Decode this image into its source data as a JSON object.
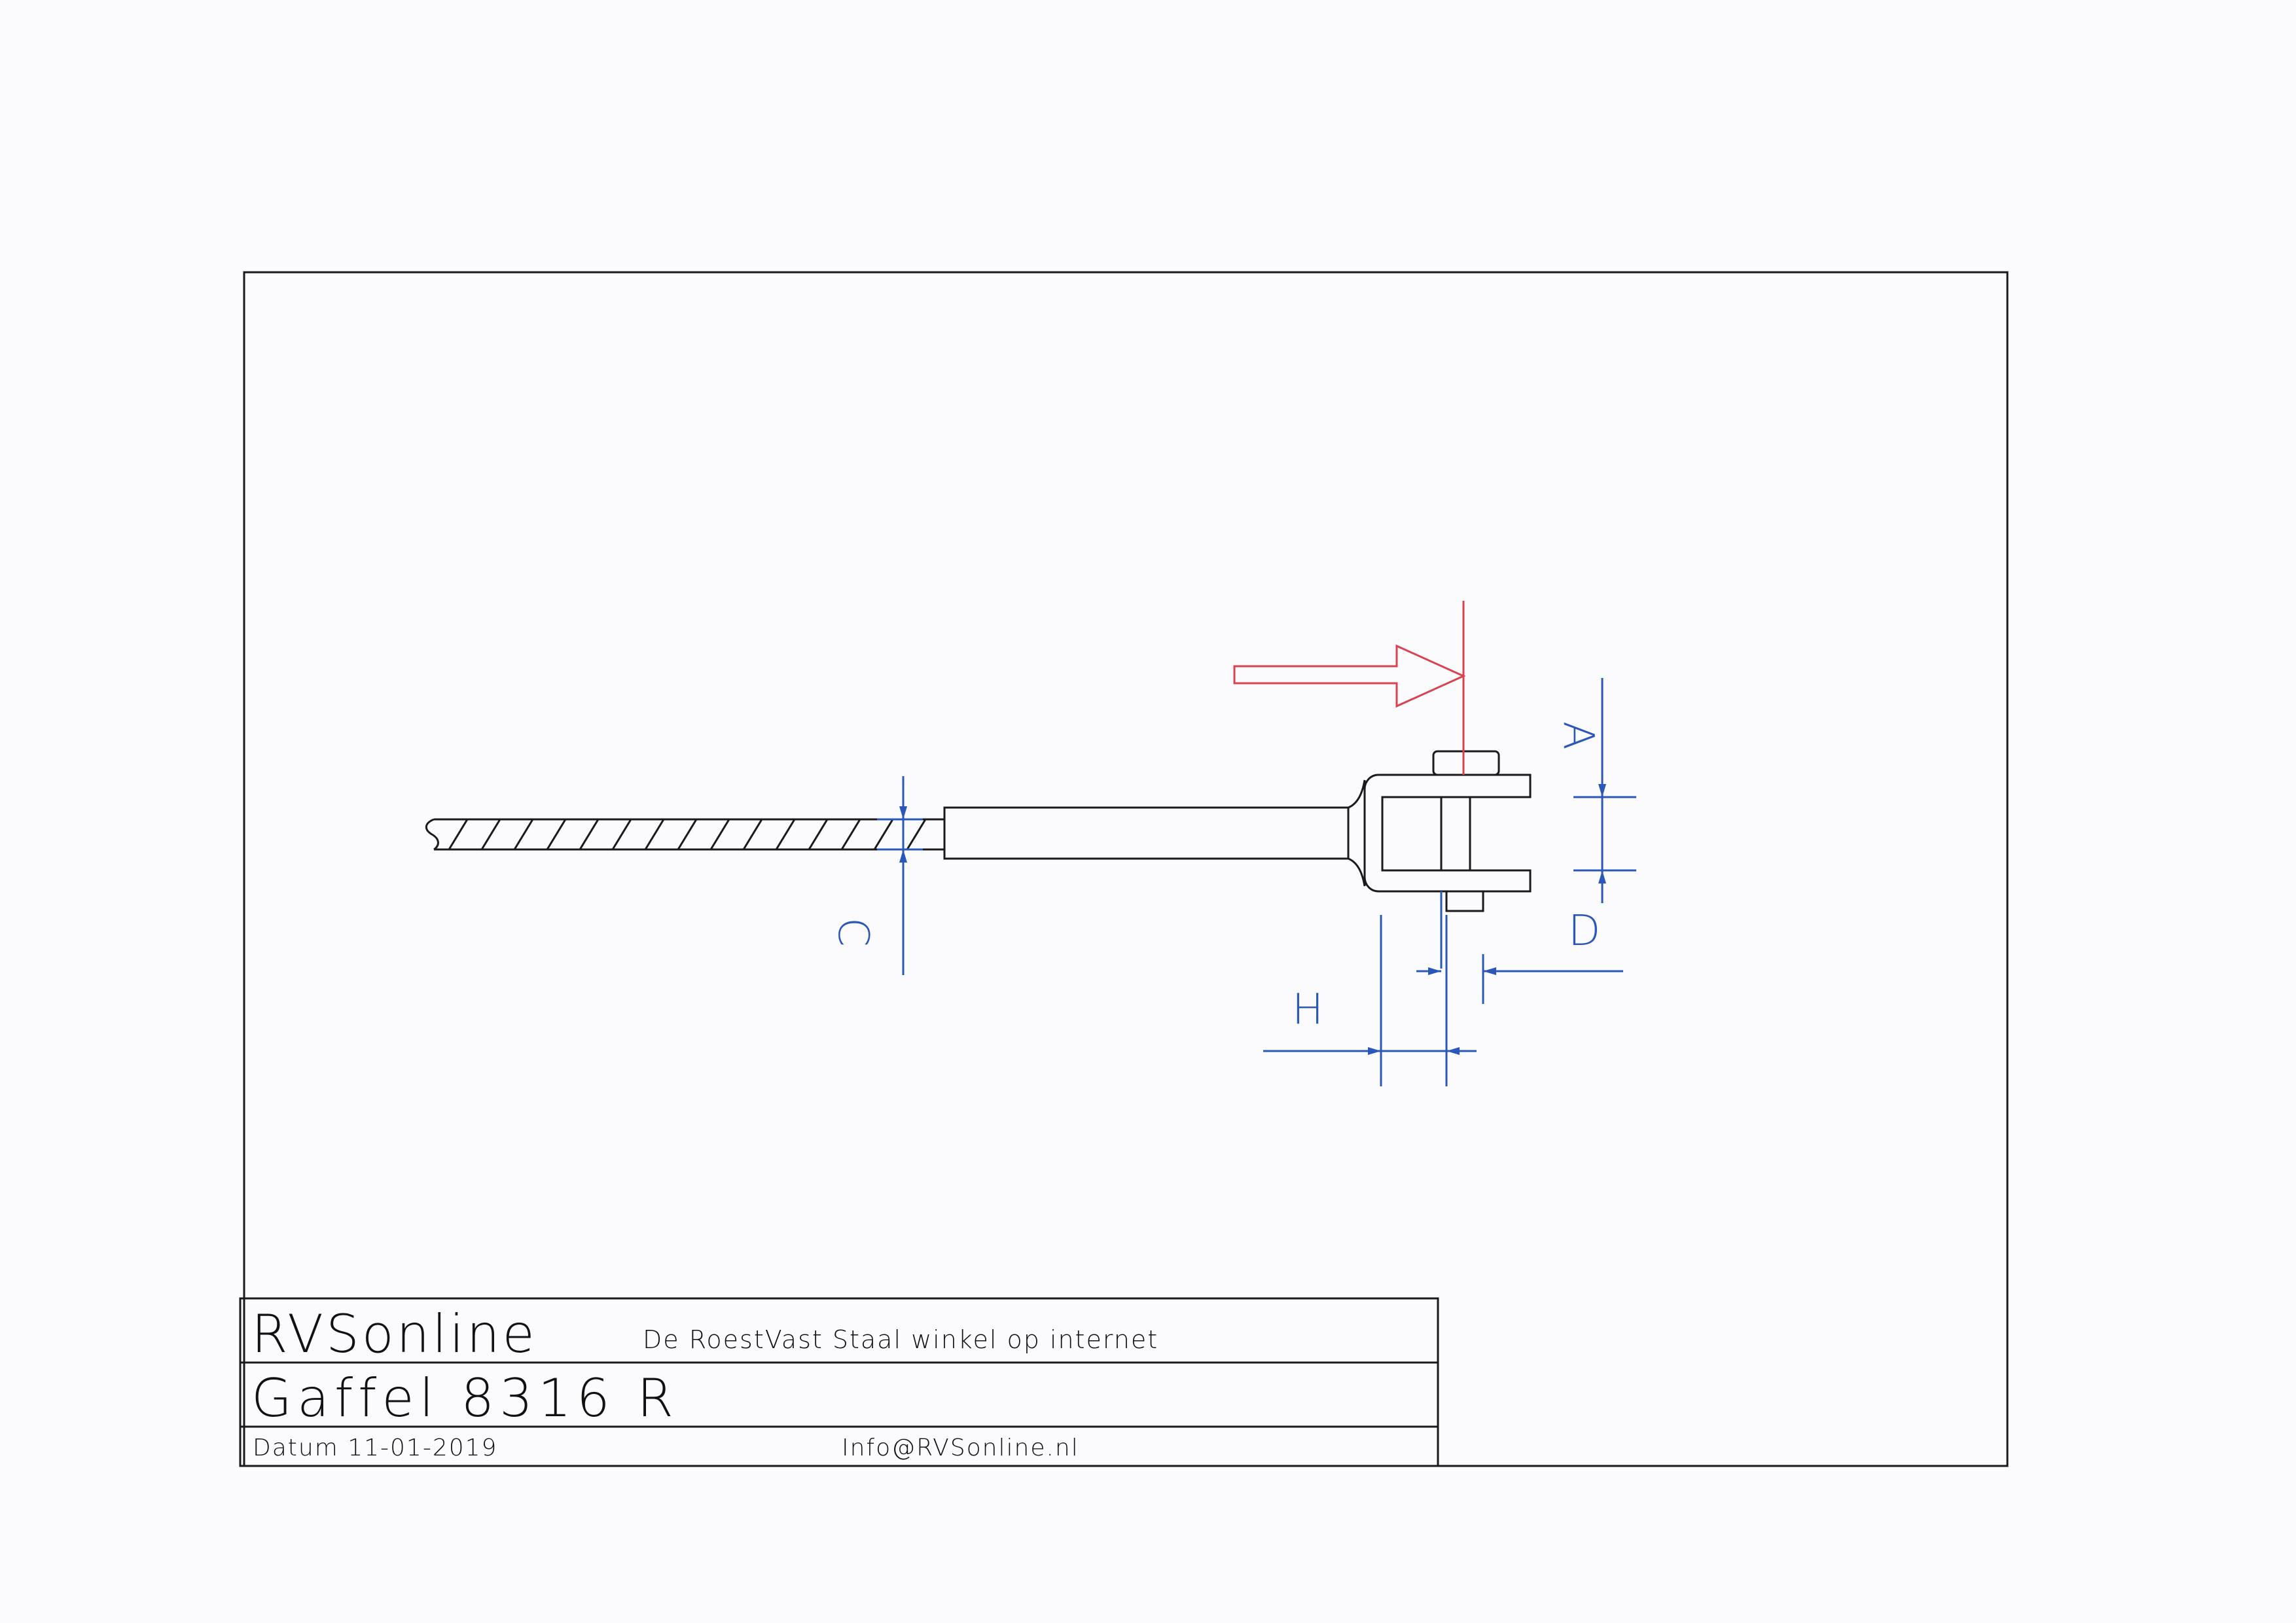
{
  "title_block": {
    "company": "RVSonline",
    "tagline": "De RoestVast Staal winkel op internet",
    "part_name": "Gaffel 8316 R",
    "date_label": "Datum 11-01-2019",
    "email": "Info@RVSonline.nl"
  },
  "dimensions": {
    "a": "A",
    "c": "C",
    "d": "D",
    "h": "H"
  },
  "colors": {
    "line": "#1a1a1a",
    "dimension": "#2a57b8",
    "marker": "#d9434f",
    "paper": "#fbfbfe"
  }
}
